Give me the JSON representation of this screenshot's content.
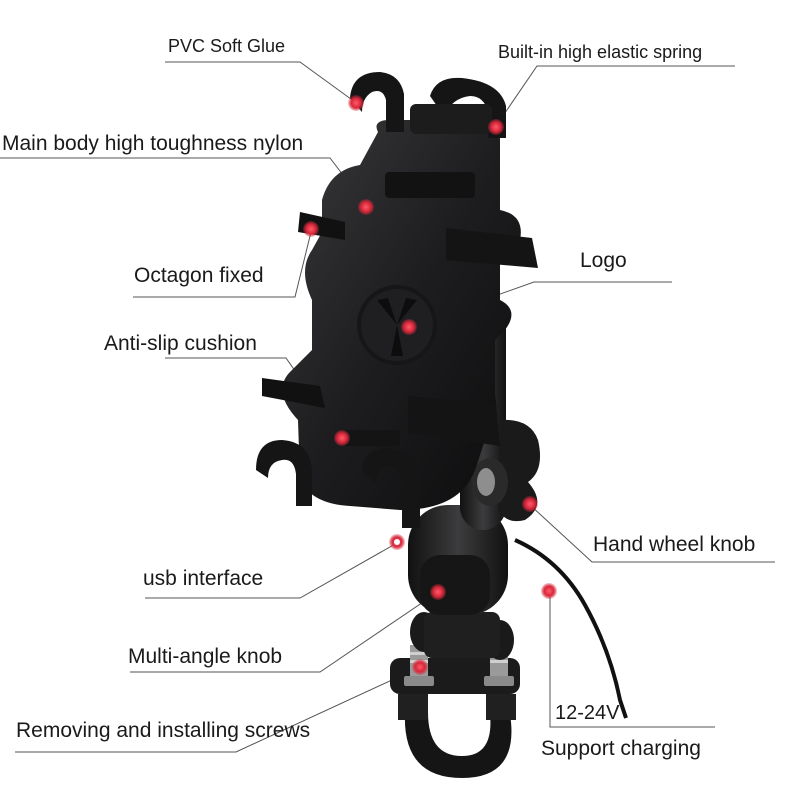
{
  "labels": {
    "pvc_soft_glue": "PVC Soft Glue",
    "built_in_spring": "Built-in high elastic spring",
    "main_body": "Main body high toughness nylon",
    "octagon_fixed": "Octagon fixed",
    "logo": "Logo",
    "anti_slip_cushion": "Anti-slip cushion",
    "hand_wheel_knob": "Hand wheel knob",
    "usb_interface": "usb interface",
    "multi_angle_knob": "Multi-angle knob",
    "removing_screws": "Removing and installing screws",
    "voltage": "12-24V",
    "support_charging": "Support charging"
  },
  "colors": {
    "marker": "#d8283a",
    "body": "#1c1c1e",
    "line": "#555555"
  }
}
